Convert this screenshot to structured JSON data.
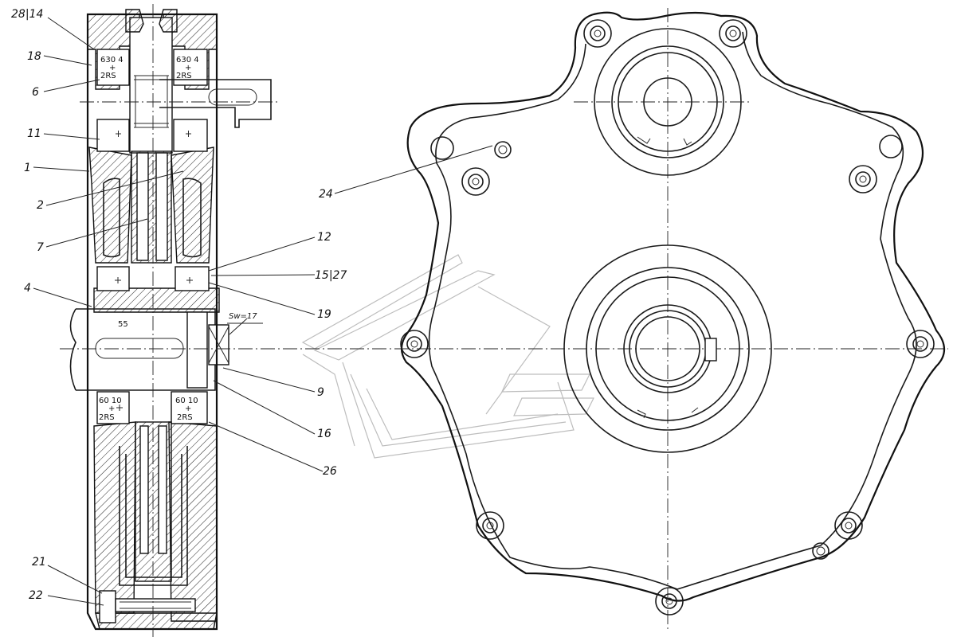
{
  "callouts": {
    "c28_14": "28|14",
    "c18": "18",
    "c6": "6",
    "c11": "11",
    "c1": "1",
    "c2": "2",
    "c7": "7",
    "c4": "4",
    "c21": "21",
    "c22": "22",
    "c24": "24",
    "c12": "12",
    "c15_27": "15|27",
    "c19": "19",
    "c9": "9",
    "c16": "16",
    "c26": "26"
  },
  "bearings": {
    "top_left_l1": "630 4",
    "top_left_l2": "+",
    "top_left_l3": "2RS",
    "top_right_l1": "630 4",
    "top_right_l2": "+",
    "top_right_l3": "2RS",
    "bot_left_l1": "60 10",
    "bot_left_l2": "+",
    "bot_left_l3": "2RS",
    "bot_right_l1": "60 10",
    "bot_right_l2": "+",
    "bot_right_l3": "2RS"
  },
  "dimensions": {
    "shaft": "55",
    "wrench": "Sw=17"
  }
}
